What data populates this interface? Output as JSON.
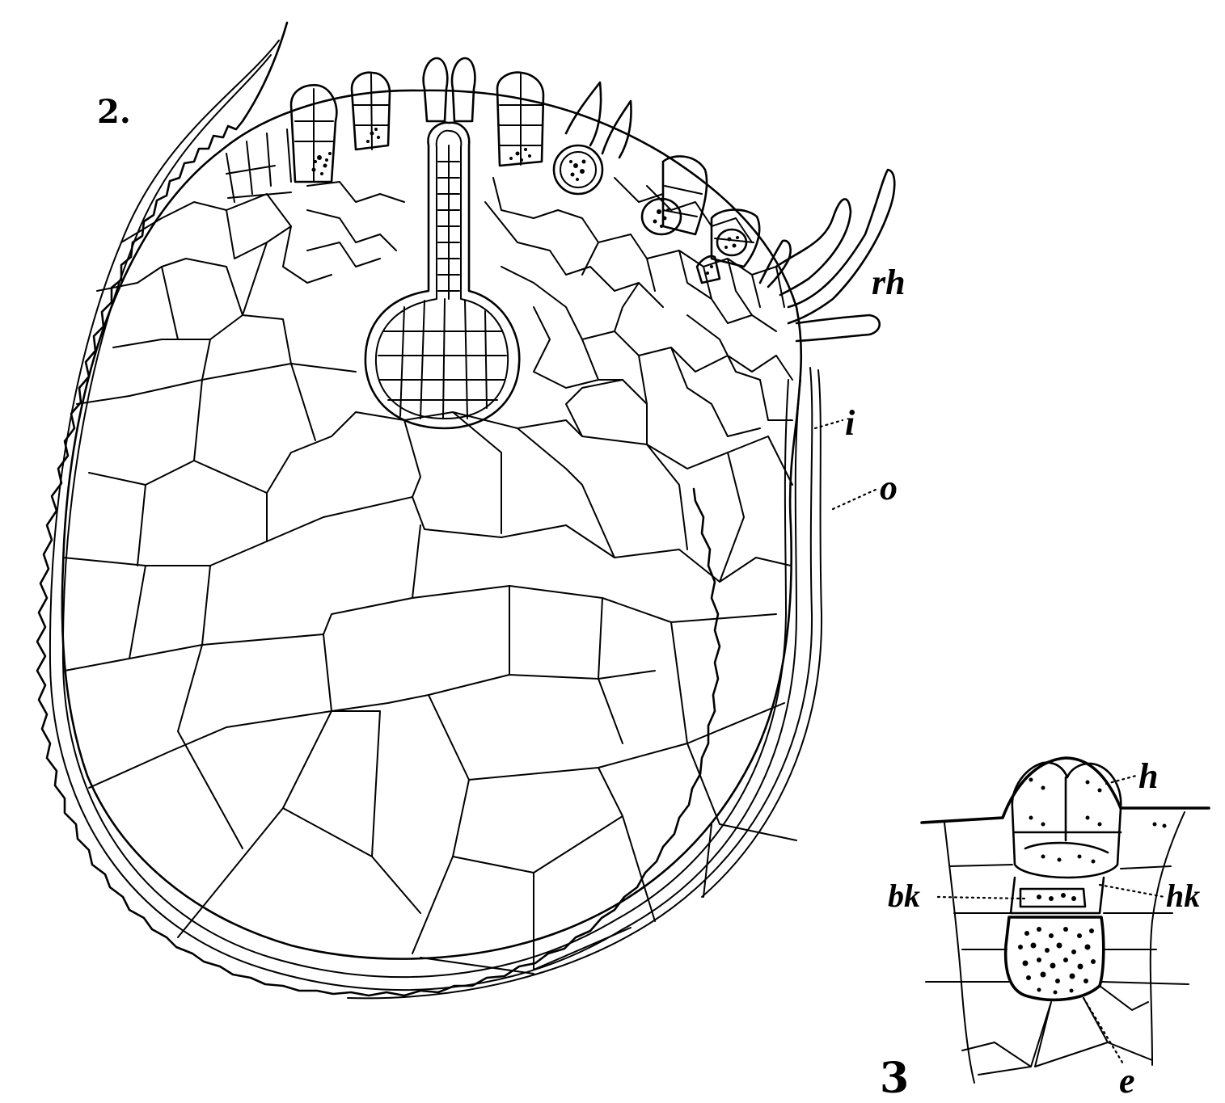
{
  "figure_2": {
    "number": "2.",
    "labels": {
      "rhizoids": "rh",
      "inner": "i",
      "outer": "o"
    }
  },
  "figure_3": {
    "number": "3",
    "labels": {
      "neck": "h",
      "ventral_canal_cell": "bk",
      "neck_canal_cell": "hk",
      "egg": "e"
    }
  },
  "colors": {
    "ink": "#000000",
    "paper": "#ffffff"
  }
}
